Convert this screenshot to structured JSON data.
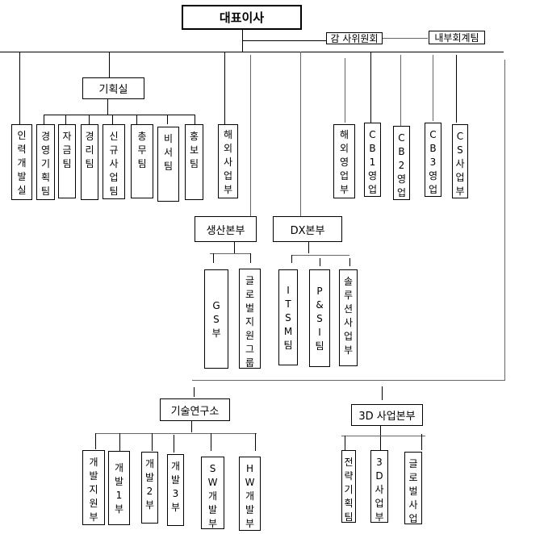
{
  "chart": {
    "ceo": "대표이사",
    "audit_committee": "감 사위원회",
    "internal_accounting": "내부회계팀",
    "planning_office": "기획실",
    "hr_dev": "인력개발실",
    "planning_teams": [
      "경영기획팀",
      "자금팀",
      "경리팀",
      "신규사업팀",
      "총무팀",
      "비서팀",
      "홍보팀"
    ],
    "overseas_business": "해외사업부",
    "sales_units": [
      "해외영업부",
      "CB1영업",
      "CB2영업",
      "CB3영업",
      "CS사업부"
    ],
    "production_hq": "생산본부",
    "production_units": [
      "GS부",
      "글로벌지원그룹"
    ],
    "dx_hq": "DX본부",
    "dx_units": [
      "ITSM팀",
      "P&SI팀",
      "솔루션사업부"
    ],
    "rnd_center": "기술연구소",
    "rnd_units": [
      "개발지원부",
      "개발1부",
      "개발2부",
      "개발3부",
      "SW개발부",
      "HW개발부"
    ],
    "biz3d_hq": "3D 사업본부",
    "biz3d_units": [
      "전략기획팀",
      "3D사업부",
      "글로벌사업"
    ]
  }
}
